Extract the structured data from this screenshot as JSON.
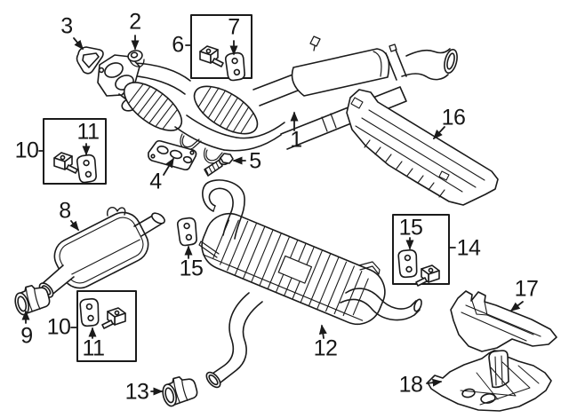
{
  "figure": {
    "description": "Exhaust system components parts diagram",
    "background_color": "#ffffff",
    "line_color": "#1a1a1a"
  },
  "callouts": {
    "c1": "1",
    "c2": "2",
    "c3": "3",
    "c4": "4",
    "c5": "5",
    "c6": "6",
    "c7": "7",
    "c8": "8",
    "c9": "9",
    "c10a": "10",
    "c10b": "10",
    "c11a": "11",
    "c11b": "11",
    "c12": "12",
    "c13": "13",
    "c14": "14",
    "c15a": "15",
    "c15b": "15",
    "c16": "16",
    "c17": "17",
    "c18": "18"
  }
}
